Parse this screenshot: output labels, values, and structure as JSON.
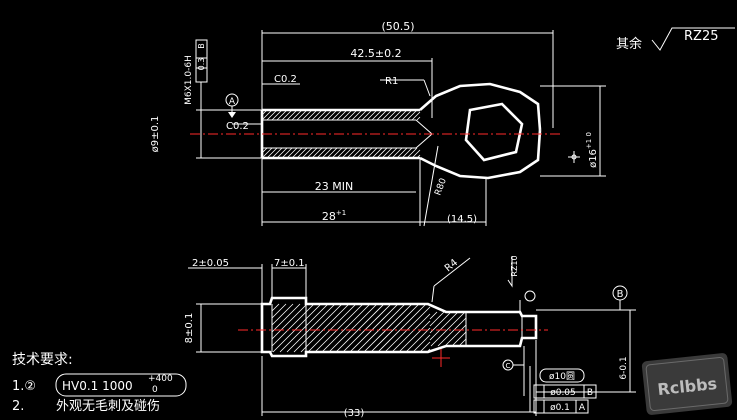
{
  "surface_finish": {
    "prefix": "其余",
    "value": "RZ25"
  },
  "top_view": {
    "dims": {
      "overall_length": "(50.5)",
      "thread_length": "42.5±0.2",
      "thread_spec": "M6X1.0-6H",
      "thread_tol": "0.3",
      "thread_datum": "B",
      "chamfer_top": "C0.2",
      "chamfer_bottom": "C0.2",
      "radius_r1": "R1",
      "diameter_shank": "ø9±0.1",
      "datum_a": "A",
      "thread_depth": "23 MIN",
      "hole_depth": "28",
      "hole_depth_sup": "+1",
      "radius_r80": "R80",
      "eye_offset": "(14.5)",
      "eye_diameter": "ø16",
      "eye_diameter_tol": "+1 0"
    }
  },
  "bottom_view": {
    "dims": {
      "chamfer_width": "2±0.05",
      "collar_width": "7±0.1",
      "radius_r4": "R4",
      "roughness_rz": "RZ10",
      "flat_thickness": "8±0.1",
      "datum_b": "B",
      "flat_height": "6-0.1",
      "length_bottom": "(33)",
      "datum_c_mark": "C"
    },
    "fcf": {
      "header": "ø10圆",
      "row1_value": "ø0.05",
      "row1_datum": "B",
      "row2_value": "ø0.1",
      "row2_datum": "A"
    }
  },
  "notes": {
    "title": "技术要求:",
    "item1_num": "1.②",
    "item1_text": "HV0.1  1000",
    "item1_sup": "+400",
    "item1_sub": "0",
    "item2_num": "2.",
    "item2_text": "外观无毛刺及碰伤"
  },
  "watermark": "Rclbbs",
  "colors": {
    "background": "#000000",
    "lines": "#ffffff",
    "centerline": "#ff2a2a",
    "crosshair": "#ff2a2a"
  }
}
